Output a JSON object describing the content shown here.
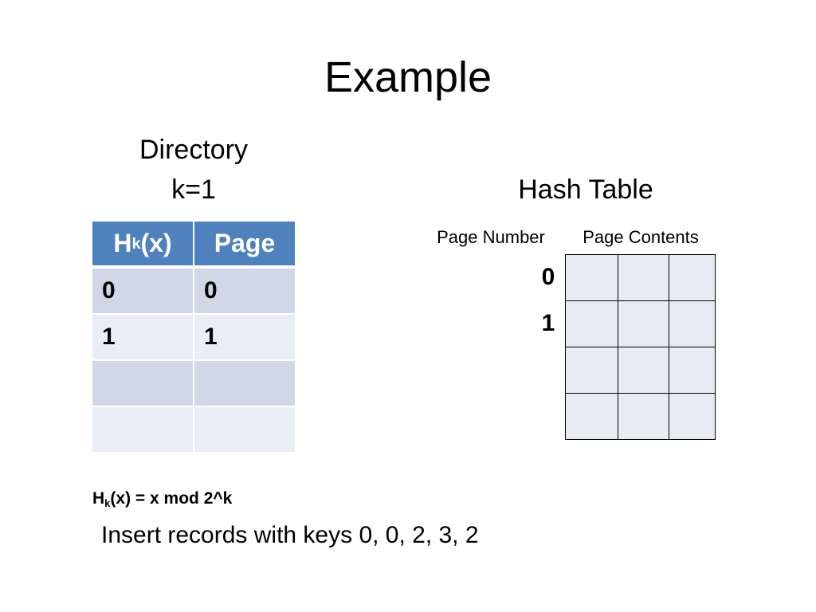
{
  "slide": {
    "title": "Example"
  },
  "directory": {
    "label": "Directory",
    "k_label": "k=1",
    "headers": [
      {
        "base": "H",
        "sub": "k",
        "tail": "(x)"
      },
      {
        "base": "Page"
      }
    ],
    "rows": [
      {
        "hash": "0",
        "page": "0"
      },
      {
        "hash": "1",
        "page": "1"
      },
      {
        "hash": "",
        "page": ""
      },
      {
        "hash": "",
        "page": ""
      }
    ]
  },
  "hash_table": {
    "label": "Hash Table",
    "page_number_label": "Page Number",
    "page_contents_label": "Page Contents",
    "pages": [
      {
        "number": "0",
        "contents": [
          "",
          "",
          ""
        ]
      },
      {
        "number": "1",
        "contents": [
          "",
          "",
          ""
        ]
      },
      {
        "number": "",
        "contents": [
          "",
          "",
          ""
        ]
      },
      {
        "number": "",
        "contents": [
          "",
          "",
          ""
        ]
      }
    ]
  },
  "formula": {
    "base": "H",
    "sub": "k",
    "tail": "(x) = x mod 2^k"
  },
  "instruction": "Insert records with keys 0, 0, 2, 3, 2",
  "colors": {
    "header_bg": "#4F81BD",
    "row_odd": "#D0D8E8",
    "row_even": "#E9EDF4",
    "grid_cell": "#E8ECF2"
  }
}
